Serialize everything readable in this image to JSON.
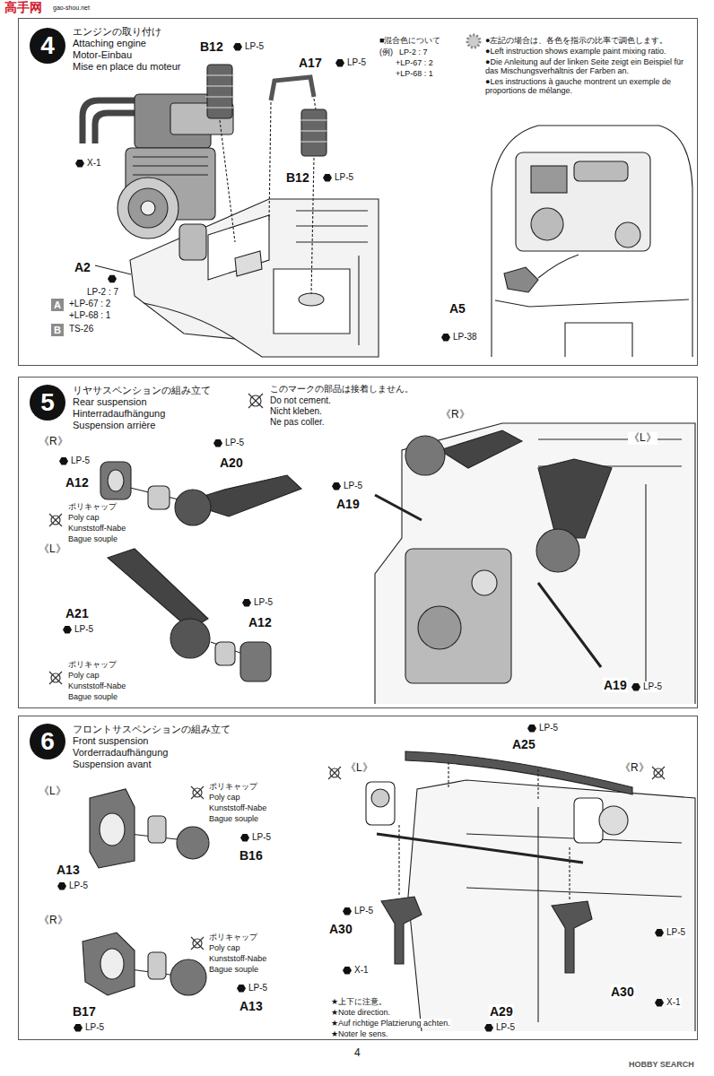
{
  "diagram": {
    "nodes": [
      {
        "text": [
          "エンジンの取り付け",
          "Attaching engine",
          "Motor-Einbau",
          "Mise en place du moteur"
        ]
      },
      {
        "text": [
          "4"
        ],
        "in": 0
      },
      {
        "text": [
          "A"
        ],
        "in": 0
      },
      {
        "text": [
          "B"
        ],
        "in": 0
      },
      {
        "text": [
          "リヤサスペンションの組み立て",
          "Rear suspension",
          "Hinterradaufhängung",
          "Suspension arrière"
        ]
      },
      {
        "text": [
          "5"
        ],
        "in": 4
      },
      {
        "text": [
          "フロントサスペンションの組み立て",
          "Front suspension",
          "Vorderradaufhängung",
          "Suspension avant"
        ]
      },
      {
        "text": [
          "6"
        ],
        "in": 6
      }
    ],
    "labels": [
      "高手网",
      "gao-shou.net",
      "B12",
      "LP-5",
      "A17",
      "LP-5",
      "B12",
      "LP-5",
      "X-1",
      "A2",
      "LP-2 : 7",
      "+LP-67 : 2",
      "+LP-68 : 1",
      "TS-26",
      "■混合色について",
      "(例)",
      "LP-2 : 7",
      "+LP-67 : 2",
      "+LP-68 : 1",
      "●左記の場合は、各色を指示の比率で調色します。",
      "●Left instruction shows example paint mixing ratio.",
      "●Die Anleitung auf der linken Seite zeigt ein Beispiel für das Mischungsverhältnis der Farben an.",
      "●Les instructions à gauche montrent un exemple de proportions de mélange.",
      "A5",
      "LP-38",
      "このマークの部品は接着しません。",
      "Do not cement.",
      "Nicht kleben.",
      "Ne pas coller.",
      "《R》",
      "LP-5",
      "A12",
      "LP-5",
      "A20",
      "ポリキャップ",
      "Poly cap",
      "Kunststoff-Nabe",
      "Bague souple",
      "《L》",
      "A21",
      "LP-5",
      "LP-5",
      "A12",
      "ポリキャップ",
      "Poly cap",
      "Kunststoff-Nabe",
      "Bague souple",
      "《R》",
      "《L》",
      "LP-5",
      "A19",
      "A19",
      "LP-5",
      "《L》",
      "ポリキャップ",
      "Poly cap",
      "Kunststoff-Nabe",
      "Bague souple",
      "LP-5",
      "B16",
      "A13",
      "LP-5",
      "《R》",
      "ポリキャップ",
      "Poly cap",
      "Kunststoff-Nabe",
      "Bague souple",
      "LP-5",
      "A13",
      "B17",
      "LP-5",
      "LP-5",
      "A25",
      "《L》",
      "《R》",
      "LP-5",
      "A30",
      "X-1",
      "LP-5",
      "A30",
      "X-1",
      "★上下に注意。",
      "★Note direction.",
      "★Auf richtige Platzierung achten.",
      "★Noter le sens.",
      "A29",
      "LP-5",
      "4",
      "HOBBY SEARCH"
    ]
  }
}
